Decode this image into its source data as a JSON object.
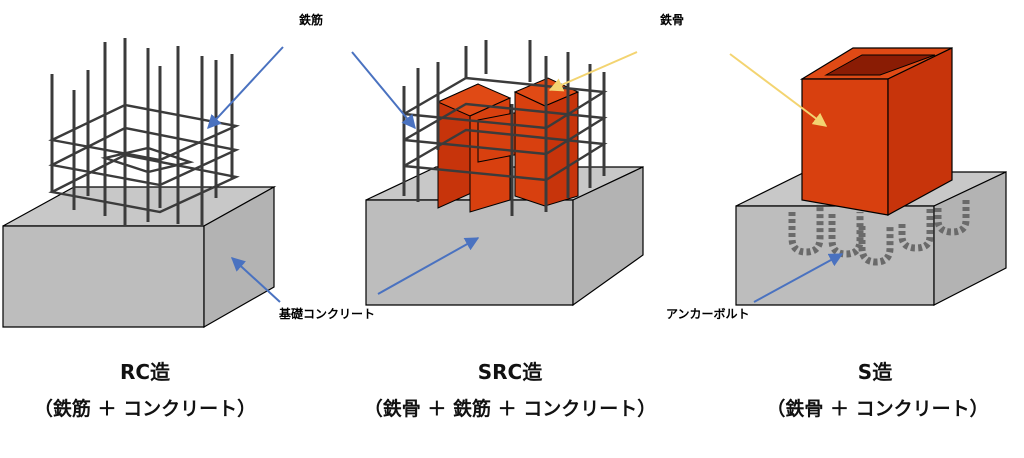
{
  "labels": {
    "rebar": "鉄筋",
    "steel": "鉄骨",
    "foundation": "基礎コンクリート",
    "anchor_bolt": "アンカーボルト"
  },
  "panels": [
    {
      "title": "RC造",
      "subtitle": "（鉄筋 ＋ コンクリート）"
    },
    {
      "title": "SRC造",
      "subtitle": "（鉄骨 ＋ 鉄筋 ＋ コンクリート）"
    },
    {
      "title": "S造",
      "subtitle": "（鉄骨 ＋ コンクリート）"
    }
  ],
  "colors": {
    "concrete": "#bdbdbd",
    "concrete_top": "#c8c8c8",
    "steel": "#d8400f",
    "steel_dark": "#b8300a",
    "rebar": "#3b3b3b",
    "arrow_blue": "#4a72c0",
    "arrow_yellow": "#f3d471"
  }
}
